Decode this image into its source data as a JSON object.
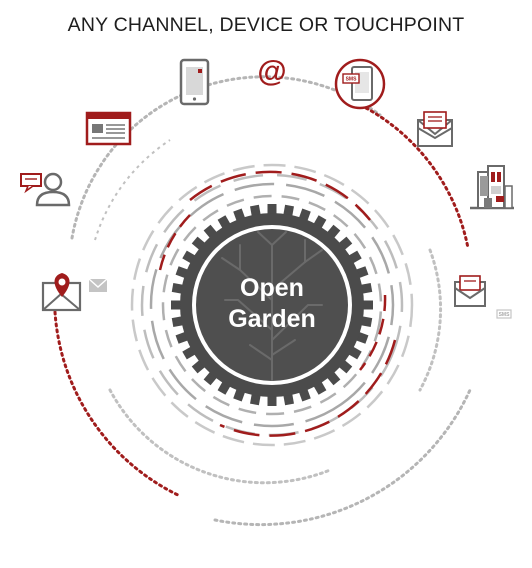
{
  "title": "ANY CHANNEL, DEVICE OR TOUCHPOINT",
  "center": {
    "line1": "Open",
    "line2": "Garden"
  },
  "icons": {
    "mobile_phone": "mobile-phone-icon",
    "email_at": "@",
    "sms_phone": "SMS",
    "web_page": "web-page-icon",
    "mail": "mail-icon",
    "person_chat": "person-chat-icon",
    "store": "store-building-icon",
    "location_mail": "location-mail-icon",
    "small_mail": "small-mail-icon",
    "mail_right": "mail-icon",
    "sms_small": "SMS"
  },
  "colors": {
    "accent": "#a01c1c",
    "gray": "#707070",
    "dark": "#4a4a4a",
    "light_gray": "#b8b8b8"
  }
}
